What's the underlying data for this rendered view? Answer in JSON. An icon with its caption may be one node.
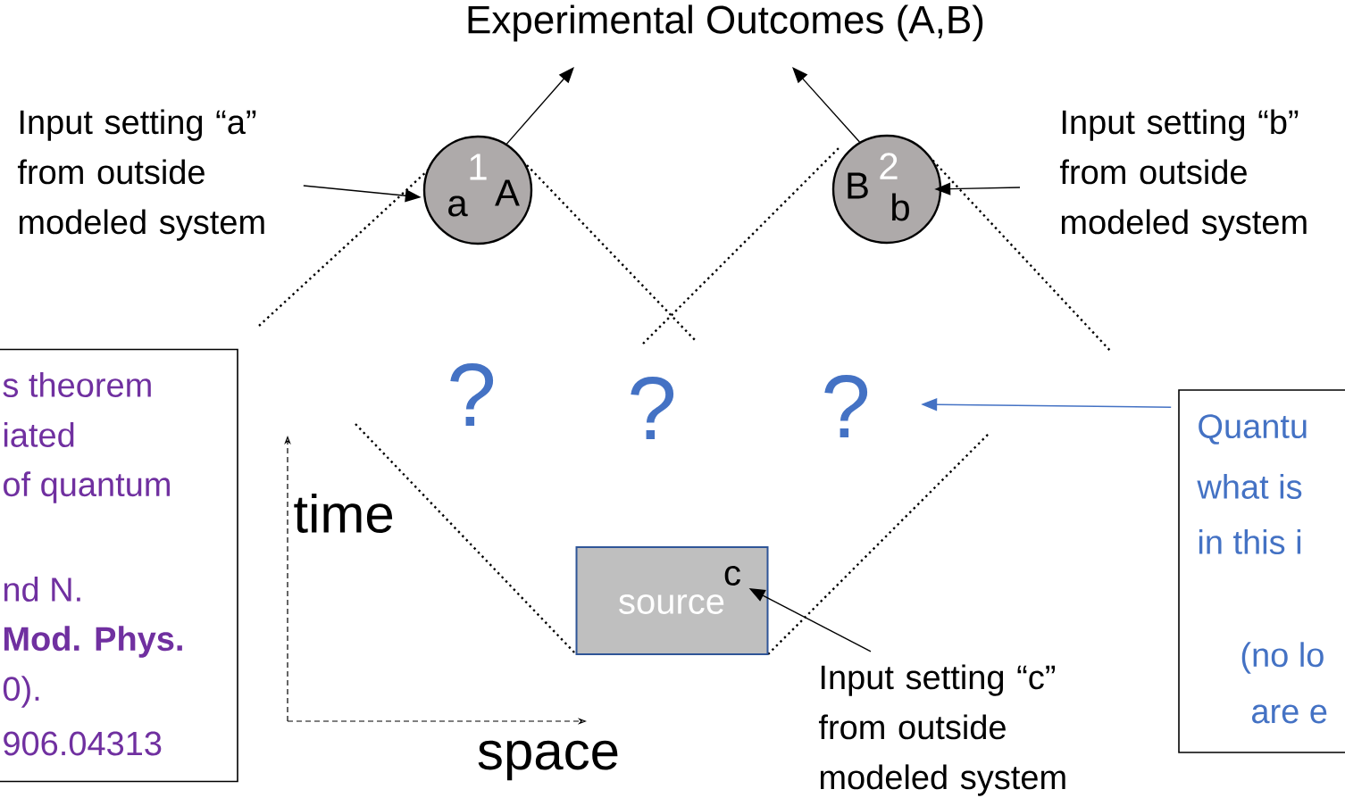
{
  "diagram": {
    "title": "Experimental Outcomes (A,B)",
    "nodes": [
      {
        "text": [
          "1",
          "a",
          "A"
        ]
      },
      {
        "text": [
          "B",
          "2",
          "b"
        ]
      },
      {
        "text": [
          "Input setting “a” from outside modeled system"
        ]
      },
      {
        "text": [
          "Input setting “b” from outside modeled system"
        ]
      },
      {
        "text": [
          "?"
        ]
      },
      {
        "text": [
          "?"
        ]
      },
      {
        "text": [
          "?"
        ]
      },
      {
        "text": [
          "c",
          "source"
        ]
      },
      {
        "text": [
          "Input setting “c” from outside modeled system"
        ]
      },
      {
        "text": [
          "s theorem",
          "iated",
          "of quantum",
          "nd N.",
          "**Mod. Phys.**",
          "0).",
          "906.04313"
        ]
      },
      {
        "text": [
          "Quantu",
          "what is",
          "in this i",
          "(no lo",
          "are e"
        ]
      }
    ],
    "edges": [
      {
        "from": 0,
        "to": null,
        "arrow": "to"
      },
      {
        "from": 1,
        "to": null,
        "arrow": "to"
      },
      {
        "from": 2,
        "to": 0,
        "arrow": "to"
      },
      {
        "from": 3,
        "to": 1,
        "arrow": "to"
      },
      {
        "from": 8,
        "to": 7,
        "arrow": "to"
      },
      {
        "from": 10,
        "to": 6,
        "arrow": "to",
        "color": "#4472c4"
      }
    ],
    "labels": [
      "time",
      "space"
    ]
  }
}
